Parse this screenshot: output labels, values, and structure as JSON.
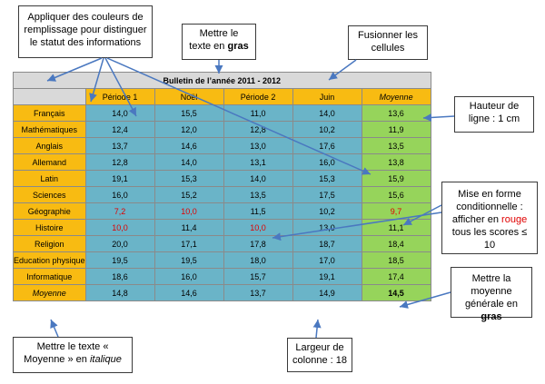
{
  "callouts": {
    "couleurs": "Appliquer des couleurs de remplissage pour distinguer le statut des informations",
    "gras_1": "Mettre le",
    "gras_2": "texte en",
    "gras_3": "gras",
    "fusionner": "Fusionner les cellules",
    "hauteur": "Hauteur de ligne : 1 cm",
    "mise_en_forme_1": "Mise en forme conditionnelle : afficher en",
    "mise_en_forme_rouge": "rouge",
    "mise_en_forme_2": "tous les scores ≤ 10",
    "moyenne_gen_1": "Mettre la moyenne générale en",
    "moyenne_gen_2": "gras",
    "italique_1": "Mettre le texte « Moyenne » en",
    "italique_2": "italique",
    "largeur": "Largeur de colonne : 18"
  },
  "table": {
    "title": "Bulletin de l’année 2011 - 2012",
    "headers": [
      "Période 1",
      "Noël",
      "Période 2",
      "Juin",
      "Moyenne"
    ],
    "rows": [
      {
        "subject": "Français",
        "values": [
          "14,0",
          "15,5",
          "11,0",
          "14,0"
        ],
        "avg": "13,6"
      },
      {
        "subject": "Mathématiques",
        "values": [
          "12,4",
          "12,0",
          "12,8",
          "10,2"
        ],
        "avg": "11,9"
      },
      {
        "subject": "Anglais",
        "values": [
          "13,7",
          "14,6",
          "13,0",
          "17,6"
        ],
        "avg": "13,5"
      },
      {
        "subject": "Allemand",
        "values": [
          "12,8",
          "14,0",
          "13,1",
          "16,0"
        ],
        "avg": "13,8"
      },
      {
        "subject": "Latin",
        "values": [
          "19,1",
          "15,3",
          "14,0",
          "15,3"
        ],
        "avg": "15,9"
      },
      {
        "subject": "Sciences",
        "values": [
          "16,0",
          "15,2",
          "13,5",
          "17,5"
        ],
        "avg": "15,6"
      },
      {
        "subject": "Géographie",
        "values": [
          "7,2",
          "10,0",
          "11,5",
          "10,2"
        ],
        "avg": "9,7"
      },
      {
        "subject": "Histoire",
        "values": [
          "10,0",
          "11,4",
          "10,0",
          "13,0"
        ],
        "avg": "11,1"
      },
      {
        "subject": "Religion",
        "values": [
          "20,0",
          "17,1",
          "17,8",
          "18,7"
        ],
        "avg": "18,4"
      },
      {
        "subject": "Education physique",
        "values": [
          "19,5",
          "19,5",
          "18,0",
          "17,0"
        ],
        "avg": "18,5"
      },
      {
        "subject": "Informatique",
        "values": [
          "18,6",
          "16,0",
          "15,7",
          "19,1"
        ],
        "avg": "17,4"
      }
    ],
    "footer": {
      "subject": "Moyenne",
      "values": [
        "14,8",
        "14,6",
        "13,7",
        "14,9"
      ],
      "avg": "14,5"
    }
  },
  "colors": {
    "orange": "#f8bb12",
    "blue": "#6ab4c8",
    "green": "#96d45b",
    "title_gray": "#d9d9d9",
    "low_score_red": "#e00000",
    "arrow": "#4a78c0"
  }
}
